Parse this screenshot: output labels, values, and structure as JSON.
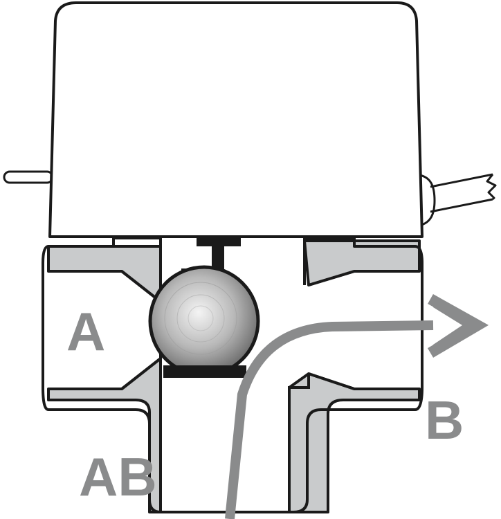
{
  "labels": {
    "port_a": "A",
    "port_b": "B",
    "port_ab": "AB"
  },
  "colors": {
    "outline": "#1a1a1a",
    "body_fill": "#c9cbcc",
    "actuator_fill": "#ffffff",
    "label": "#8a8b8c",
    "flow_arrow": "#8a8b8c",
    "ball_center": "#f2f2f2",
    "ball_edge": "#6d6d6d"
  },
  "icons": {
    "actuator": "actuator-housing",
    "ball": "ball-valve",
    "flow": "flow-arrow-ab-to-b"
  }
}
